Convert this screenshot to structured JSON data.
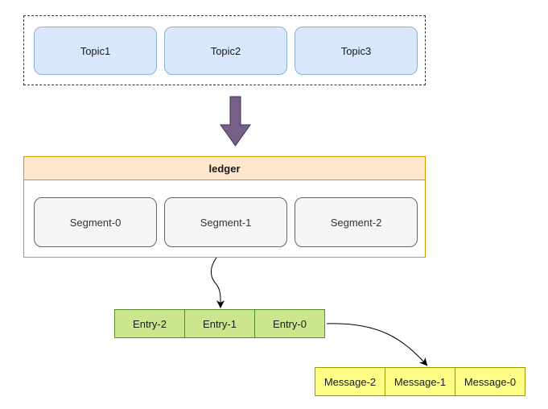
{
  "topics": [
    "Topic1",
    "Topic2",
    "Topic3"
  ],
  "ledger": {
    "title": "ledger",
    "segments": [
      "Segment-0",
      "Segment-1",
      "Segment-2"
    ]
  },
  "entries": [
    "Entry-2",
    "Entry-1",
    "Entry-0"
  ],
  "messages": [
    "Message-2",
    "Message-1",
    "Message-0"
  ],
  "colors": {
    "topic_fill": "#dae8fc",
    "arrow_fill": "#76608a",
    "ledger_header_fill": "#ffe6cc",
    "ledger_border": "#d79b00",
    "segment_fill": "#f5f5f5",
    "entry_fill": "#cce68e",
    "message_fill": "#ffff88"
  }
}
